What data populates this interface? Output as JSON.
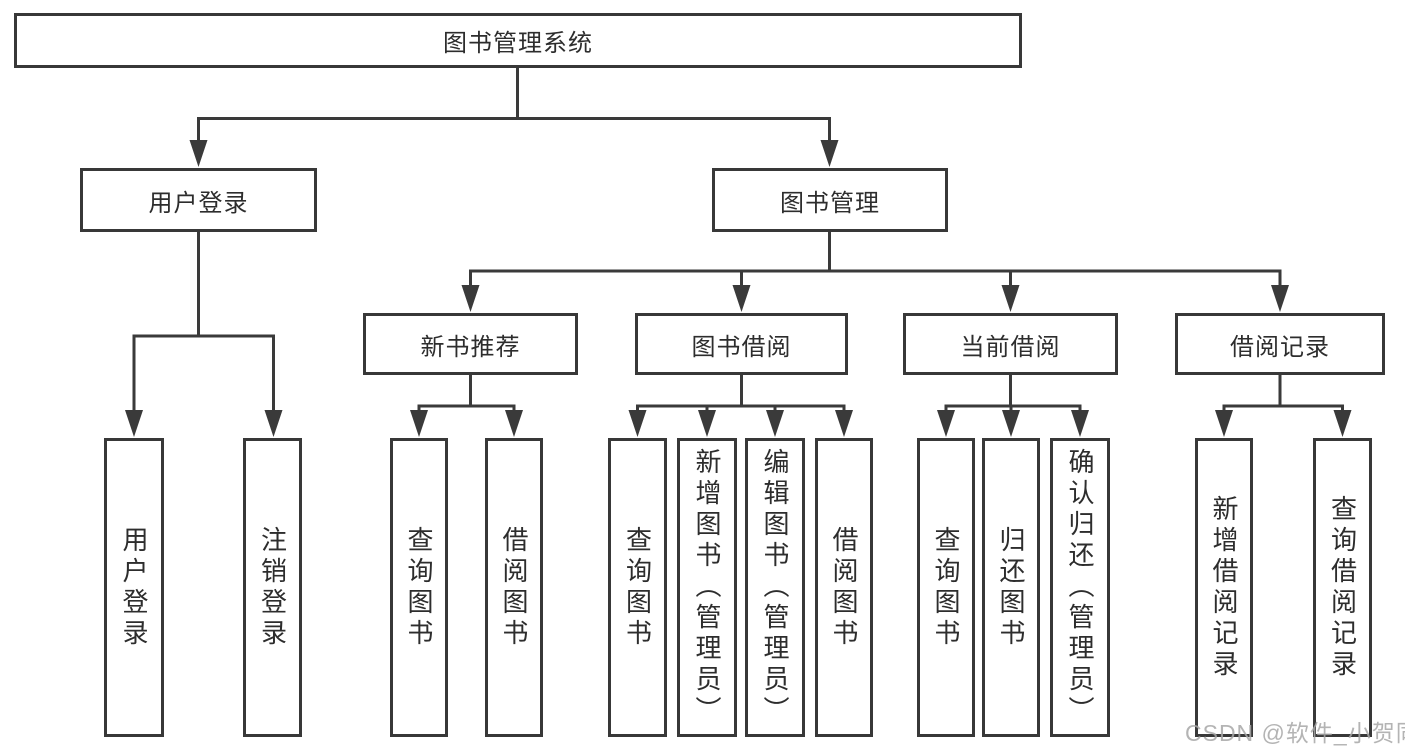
{
  "diagram": {
    "root": {
      "label": "图书管理系统"
    },
    "level2": [
      {
        "label": "用户登录"
      },
      {
        "label": "图书管理"
      }
    ],
    "level3": [
      {
        "label": "新书推荐"
      },
      {
        "label": "图书借阅"
      },
      {
        "label": "当前借阅"
      },
      {
        "label": "借阅记录"
      }
    ],
    "level4": [
      {
        "label": "用户登录"
      },
      {
        "label": "注销登录"
      },
      {
        "label": "查询图书"
      },
      {
        "label": "借阅图书"
      },
      {
        "label": "查询图书"
      },
      {
        "label": "新增图书（管理员）"
      },
      {
        "label": "编辑图书（管理员）"
      },
      {
        "label": "借阅图书"
      },
      {
        "label": "查询图书"
      },
      {
        "label": "归还图书"
      },
      {
        "label": "确认归还（管理员）"
      },
      {
        "label": "新增借阅记录"
      },
      {
        "label": "查询借阅记录"
      }
    ],
    "watermark": "CSDN @软件_小贺同学",
    "colors": {
      "line": "#3a3a3a",
      "text": "#2d2d2d",
      "watermark": "#a7a7a7",
      "background": "#ffffff"
    }
  }
}
